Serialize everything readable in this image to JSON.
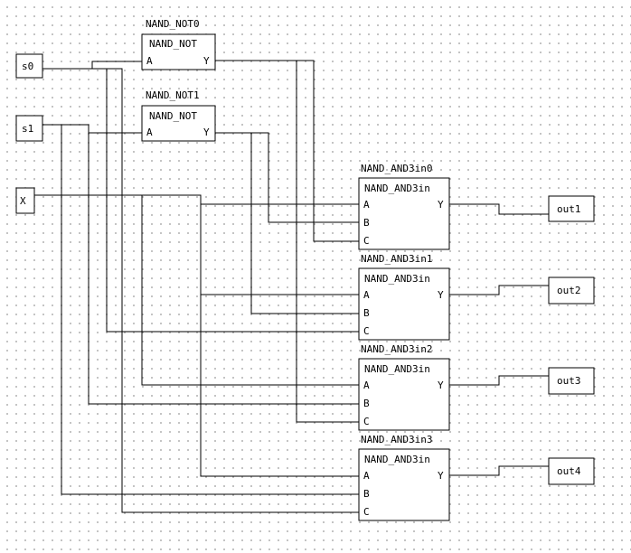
{
  "diagram": {
    "inputs": [
      {
        "id": "s0",
        "label": "s0"
      },
      {
        "id": "s1",
        "label": "s1"
      },
      {
        "id": "x",
        "label": "X"
      }
    ],
    "outputs": [
      {
        "id": "out1",
        "label": "out1"
      },
      {
        "id": "out2",
        "label": "out2"
      },
      {
        "id": "out3",
        "label": "out3"
      },
      {
        "id": "out4",
        "label": "out4"
      }
    ],
    "not_gates": [
      {
        "instance": "NAND_NOT0",
        "type": "NAND_NOT",
        "pin_a": "A",
        "pin_y": "Y"
      },
      {
        "instance": "NAND_NOT1",
        "type": "NAND_NOT",
        "pin_a": "A",
        "pin_y": "Y"
      }
    ],
    "and_gates": [
      {
        "instance": "NAND_AND3in0",
        "type": "NAND_AND3in",
        "pin_a": "A",
        "pin_b": "B",
        "pin_c": "C",
        "pin_y": "Y"
      },
      {
        "instance": "NAND_AND3in1",
        "type": "NAND_AND3in",
        "pin_a": "A",
        "pin_b": "B",
        "pin_c": "C",
        "pin_y": "Y"
      },
      {
        "instance": "NAND_AND3in2",
        "type": "NAND_AND3in",
        "pin_a": "A",
        "pin_b": "B",
        "pin_c": "C",
        "pin_y": "Y"
      },
      {
        "instance": "NAND_AND3in3",
        "type": "NAND_AND3in",
        "pin_a": "A",
        "pin_b": "B",
        "pin_c": "C",
        "pin_y": "Y"
      }
    ]
  }
}
